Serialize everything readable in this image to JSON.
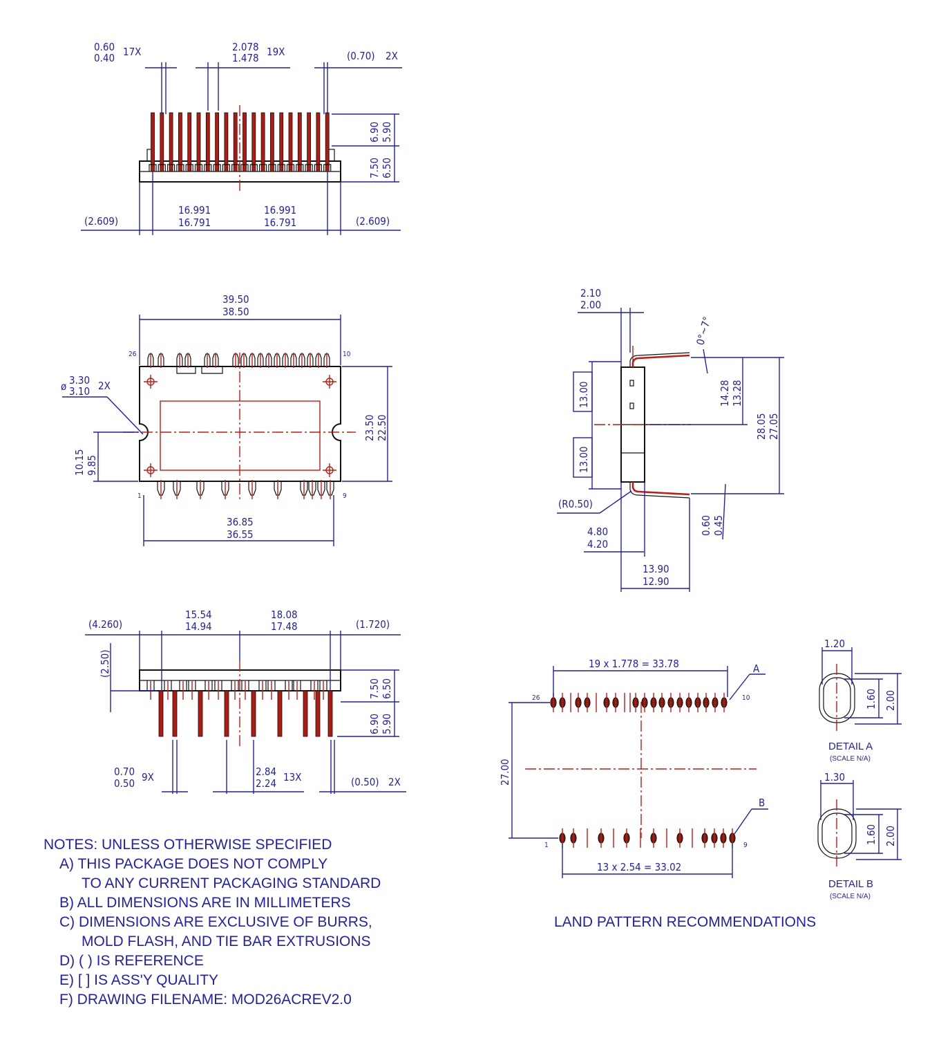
{
  "top_view": {
    "d_lead_width": [
      "0.60",
      "0.40"
    ],
    "d_lead_width_qty": "17X",
    "d_lead_pitch": [
      "2.078",
      "1.478"
    ],
    "d_lead_pitch_qty": "19X",
    "d_end_lead": "(0.70)",
    "d_end_lead_qty": "2X",
    "d_lead_len": [
      "6.90",
      "5.90"
    ],
    "d_body_h": [
      "7.50",
      "6.50"
    ],
    "d_left_ref": "(2.609)",
    "d_half_left": [
      "16.991",
      "16.791"
    ],
    "d_half_right": [
      "16.991",
      "16.791"
    ],
    "d_right_ref": "(2.609)"
  },
  "plan_view": {
    "d_body_len": [
      "39.50",
      "38.50"
    ],
    "d_hole": [
      "3.30",
      "3.10"
    ],
    "d_hole_prefix": "ø",
    "d_hole_qty": "2X",
    "d_hole_y": [
      "10.15",
      "9.85"
    ],
    "d_body_w": [
      "23.50",
      "22.50"
    ],
    "d_pin_span": [
      "36.85",
      "36.55"
    ],
    "pin_26": "26",
    "pin_10": "10",
    "pin_1": "1",
    "pin_9": "9"
  },
  "side_view": {
    "d_thk": [
      "2.10",
      "2.00"
    ],
    "d_angle": "0°~7°",
    "d_seg_upper": "13.00",
    "d_seg_lower": "13.00",
    "d_half_h": [
      "14.28",
      "13.28"
    ],
    "d_full_h": [
      "28.05",
      "27.05"
    ],
    "d_radius": "(R0.50)",
    "d_lead_thk": [
      "0.60",
      "0.45"
    ],
    "d_offset": [
      "4.80",
      "4.20"
    ],
    "d_lead_reach": [
      "13.90",
      "12.90"
    ]
  },
  "bottom_view": {
    "d_left_ref": "(4.260)",
    "d_seg_a": [
      "15.54",
      "14.94"
    ],
    "d_seg_b": [
      "18.08",
      "17.48"
    ],
    "d_right_ref": "(1.720)",
    "d_standoff": "(2.50)",
    "d_body_h": [
      "7.50",
      "6.50"
    ],
    "d_lead_len": [
      "6.90",
      "5.90"
    ],
    "d_lead_w": [
      "0.70",
      "0.50"
    ],
    "d_lead_w_qty": "9X",
    "d_pitch": [
      "2.84",
      "2.24"
    ],
    "d_pitch_qty": "13X",
    "d_end_lead": "(0.50)",
    "d_end_lead_qty": "2X"
  },
  "land_pattern": {
    "title": "LAND PATTERN RECOMMENDATIONS",
    "top_row_dim": "19 x 1.778 = 33.78",
    "bottom_row_dim": "13 x 2.54 = 33.02",
    "row_spacing": "27.00",
    "label_a": "A",
    "label_b": "B",
    "pin_26": "26",
    "pin_10": "10",
    "pin_1": "1",
    "pin_9": "9",
    "detail_a": {
      "width": "1.20",
      "inner": "1.60",
      "outer": "2.00",
      "title": "DETAIL A",
      "scale": "(SCALE N/A)"
    },
    "detail_b": {
      "width": "1.30",
      "inner": "1.60",
      "outer": "2.00",
      "title": "DETAIL B",
      "scale": "(SCALE N/A)"
    }
  },
  "notes": [
    "NOTES: UNLESS OTHERWISE SPECIFIED",
    "A) THIS PACKAGE DOES NOT COMPLY",
    "TO ANY CURRENT PACKAGING STANDARD",
    "B) ALL DIMENSIONS ARE IN MILLIMETERS",
    "C) DIMENSIONS ARE EXCLUSIVE OF BURRS,",
    "MOLD FLASH, AND TIE BAR EXTRUSIONS",
    "D) (  ) IS REFERENCE",
    "E) [  ] IS ASS'Y QUALITY",
    "F) DRAWING FILENAME: MOD26ACREV2.0"
  ]
}
